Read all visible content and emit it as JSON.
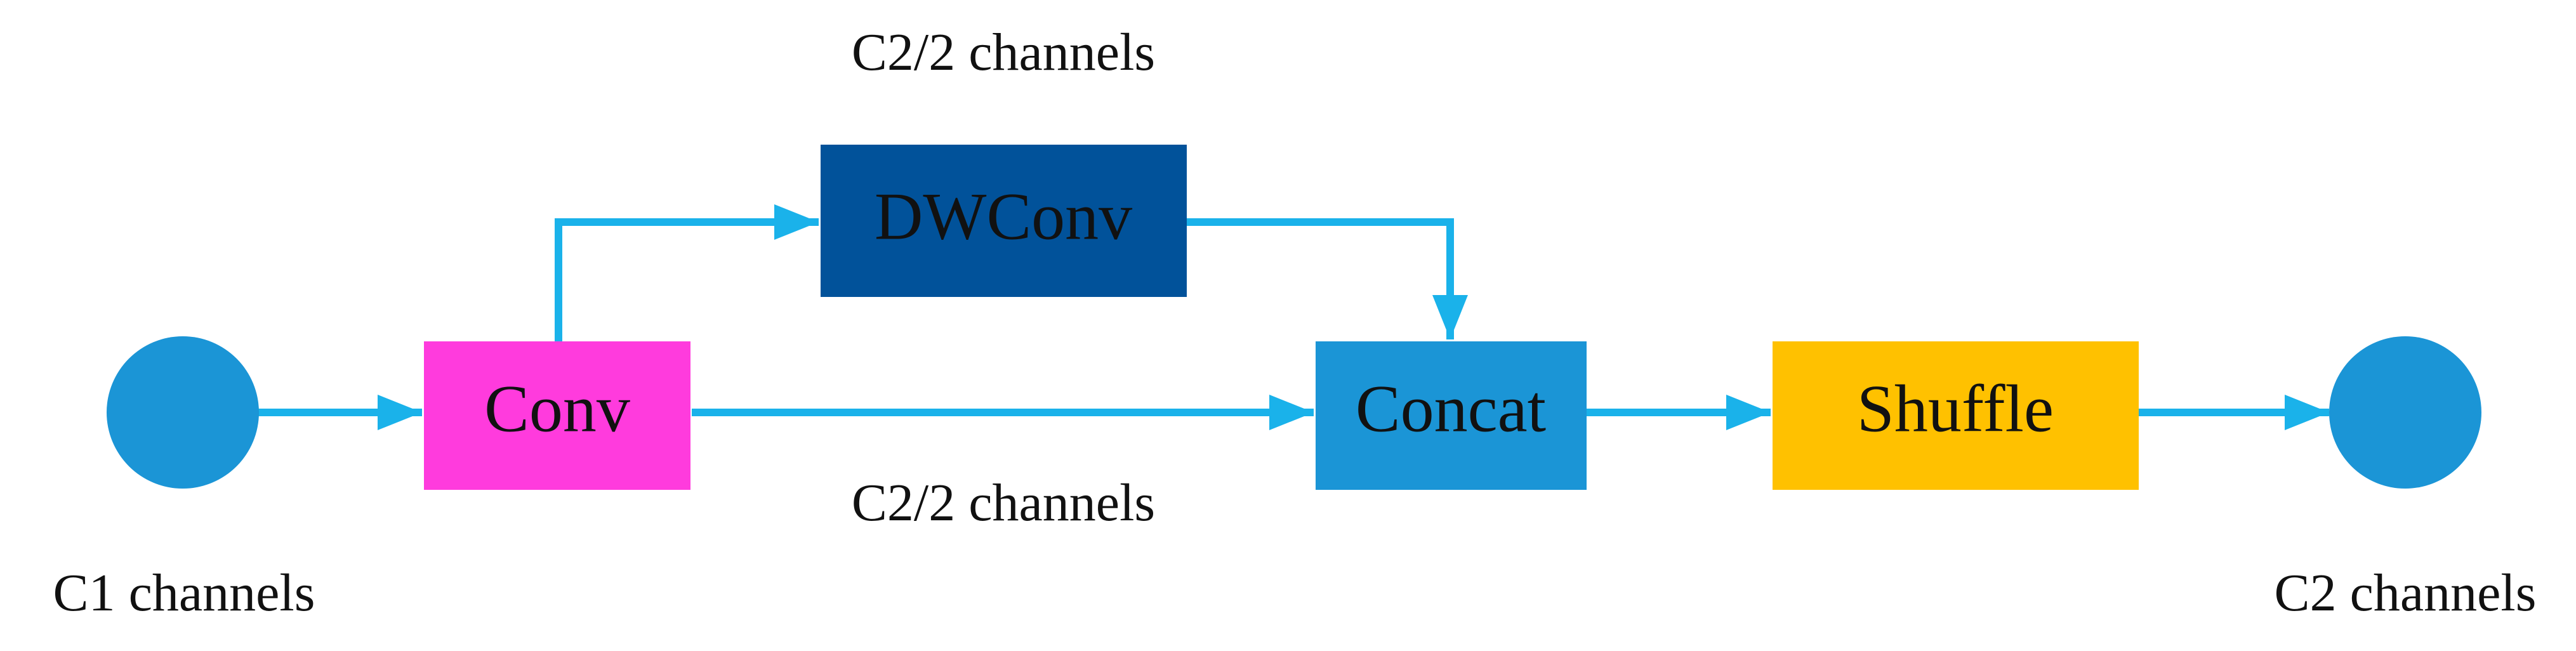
{
  "colors": {
    "arrow": "#1AB2EA",
    "io_node": "#1B95D6",
    "conv": "#FF3BDD",
    "dwconv": "#01529A",
    "concat": "#1B95D6",
    "shuffle": "#FFC100"
  },
  "nodes": {
    "input_label": "C1 channels",
    "output_label": "C2 channels",
    "conv": "Conv",
    "dwconv": "DWConv",
    "concat": "Concat",
    "shuffle": "Shuffle"
  },
  "edge_labels": {
    "top_branch": "C2/2 channels",
    "bottom_branch": "C2/2 channels"
  }
}
